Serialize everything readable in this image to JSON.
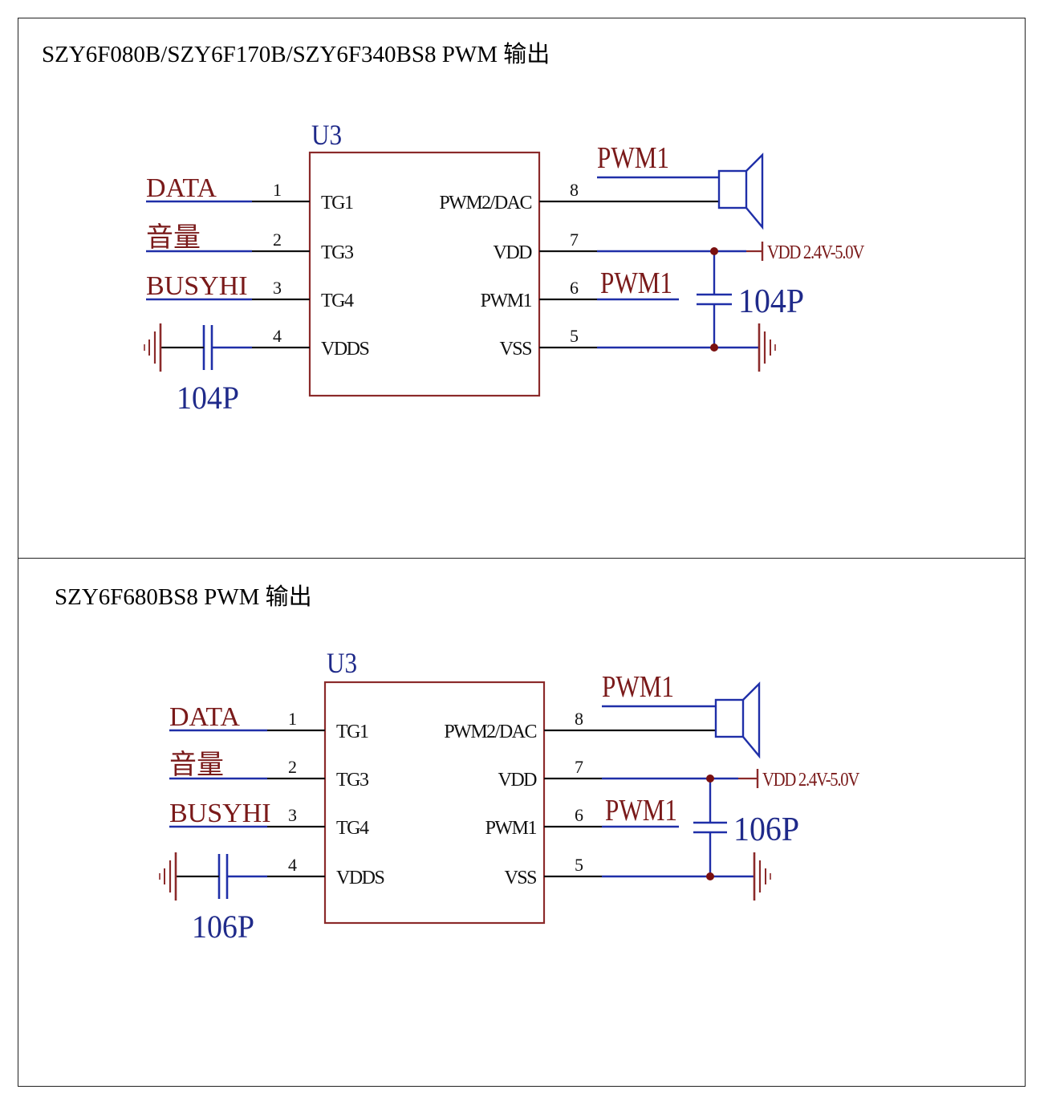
{
  "panels": [
    {
      "title": "SZY6F080B/SZY6F170B/SZY6F340BS8 PWM 输出",
      "chip": "U3",
      "left_pins": [
        {
          "num": "1",
          "name": "TG1",
          "net": "DATA"
        },
        {
          "num": "2",
          "name": "TG3",
          "net": "音量"
        },
        {
          "num": "3",
          "name": "TG4",
          "net": "BUSYHI"
        },
        {
          "num": "4",
          "name": "VDDS",
          "net": ""
        }
      ],
      "right_pins": [
        {
          "num": "8",
          "name": "PWM2/DAC"
        },
        {
          "num": "7",
          "name": "VDD"
        },
        {
          "num": "6",
          "name": "PWM1"
        },
        {
          "num": "5",
          "name": "VSS"
        }
      ],
      "speaker_net": "PWM1",
      "pwm_net": "PWM1",
      "supply": "VDD 2.4V-5.0V",
      "cap_left": "104P",
      "cap_right": "104P"
    },
    {
      "title": "SZY6F680BS8 PWM 输出",
      "chip": "U3",
      "left_pins": [
        {
          "num": "1",
          "name": "TG1",
          "net": "DATA"
        },
        {
          "num": "2",
          "name": "TG3",
          "net": "音量"
        },
        {
          "num": "3",
          "name": "TG4",
          "net": "BUSYHI"
        },
        {
          "num": "4",
          "name": "VDDS",
          "net": ""
        }
      ],
      "right_pins": [
        {
          "num": "8",
          "name": "PWM2/DAC"
        },
        {
          "num": "7",
          "name": "VDD"
        },
        {
          "num": "6",
          "name": "PWM1"
        },
        {
          "num": "5",
          "name": "VSS"
        }
      ],
      "speaker_net": "PWM1",
      "pwm_net": "PWM1",
      "supply": "VDD 2.4V-5.0V",
      "cap_left": "106P",
      "cap_right": "106P"
    }
  ],
  "colors": {
    "chip_outline": "#8b2a2a",
    "net_label": "#7a1a1a",
    "wire_blue": "#1f2fa8",
    "wire_dark": "#111111",
    "cap_label": "#1f2a8a",
    "junction": "#7a1010"
  }
}
